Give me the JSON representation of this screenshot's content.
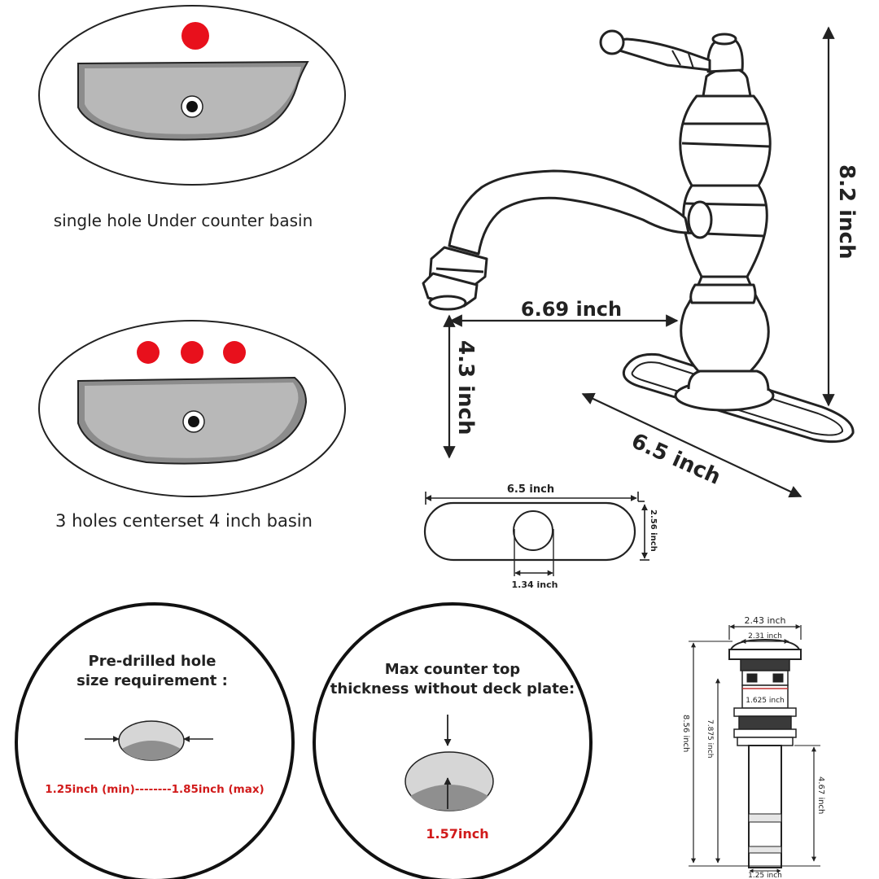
{
  "basin_single": {
    "label": "single hole Under counter basin"
  },
  "basin_three": {
    "label": "3 holes centerset 4 inch basin"
  },
  "faucet": {
    "height": "8.2 inch",
    "reach": "6.69 inch",
    "spout_height": "4.3 inch",
    "plate_length": "6.5 inch"
  },
  "deck_plate": {
    "length": "6.5 inch",
    "width": "2.56 inch",
    "hole": "1.34 inch"
  },
  "hole_size": {
    "title_line1": "Pre-drilled hole",
    "title_line2": "size requirement :",
    "range": "1.25inch (min)--------1.85inch (max)"
  },
  "counter": {
    "title_line1": "Max counter top",
    "title_line2": "thickness without deck plate:",
    "value": "1.57inch"
  },
  "drain": {
    "top_width": "2.43 inch",
    "inner_width": "2.31 inch",
    "collar": "1.625 inch",
    "total_height": "8.56 inch",
    "body_height": "7.875 inch",
    "pipe_height": "4.67 inch",
    "pipe_width": "1.25 inch"
  },
  "colors": {
    "red_dot": "#e8101c",
    "basin_gray": "#b8b8b8",
    "dim_red": "#d11a1a"
  }
}
